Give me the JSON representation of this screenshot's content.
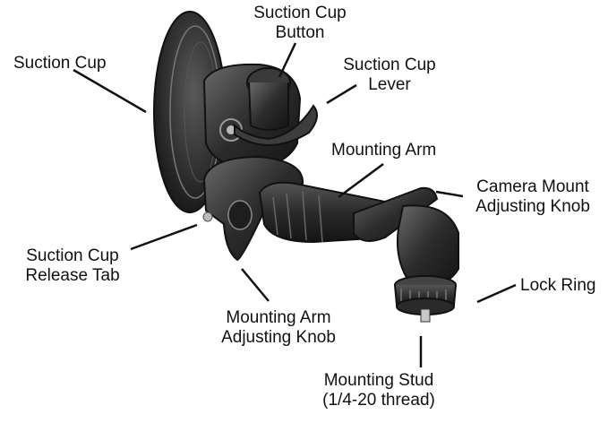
{
  "labels": {
    "suction_cup": [
      "Suction Cup"
    ],
    "suction_cup_button": [
      "Suction Cup",
      "Button"
    ],
    "suction_cup_lever": [
      "Suction Cup",
      "Lever"
    ],
    "mounting_arm": [
      "Mounting Arm"
    ],
    "camera_mount_adjusting_knob": [
      "Camera Mount",
      "Adjusting Knob"
    ],
    "suction_cup_release_tab": [
      "Suction Cup",
      "Release Tab"
    ],
    "lock_ring": [
      "Lock Ring"
    ],
    "mounting_arm_adjusting_knob": [
      "Mounting Arm",
      "Adjusting Knob"
    ],
    "mounting_stud": [
      "Mounting Stud",
      "(1/4-20 thread)"
    ]
  },
  "colors": {
    "ink": "#111111",
    "body_dark": "#2b2b2b",
    "body_mid": "#4a4a4a",
    "highlight": "#8a8a8a",
    "silver": "#b8b8b8"
  }
}
